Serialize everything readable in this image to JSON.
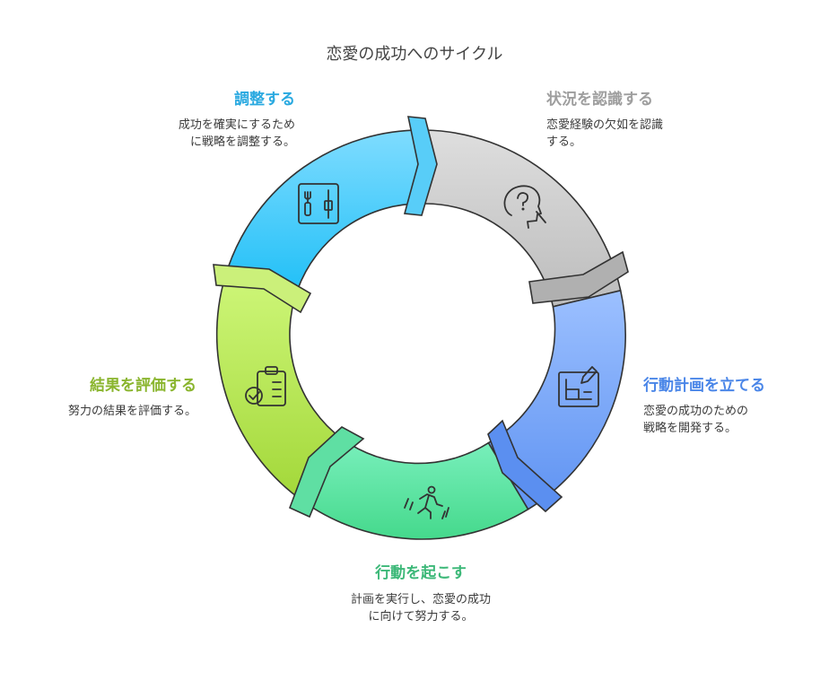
{
  "title": "恋愛の成功へのサイクル",
  "stages": [
    {
      "id": "assess",
      "label": "状況を認識する",
      "desc_lines": [
        "恋愛経験の欠如を認識",
        "する。"
      ],
      "color": "#9e9e9e",
      "icon": "head-question-icon"
    },
    {
      "id": "plan",
      "label": "行動計画を立てる",
      "desc_lines": [
        "恋愛の成功のための",
        "戦略を開発する。"
      ],
      "color": "#4a86e8",
      "icon": "blueprint-pencil-icon"
    },
    {
      "id": "act",
      "label": "行動を起こす",
      "desc_lines": [
        "計画を実行し、恋愛の成功",
        "に向けて努力する。"
      ],
      "color": "#3cb878",
      "icon": "running-person-icon"
    },
    {
      "id": "evaluate",
      "label": "結果を評価する",
      "desc_lines": [
        "努力の結果を評価する。"
      ],
      "color": "#8ab52e",
      "icon": "clipboard-check-icon"
    },
    {
      "id": "adjust",
      "label": "調整する",
      "desc_lines": [
        "成功を確実にするため",
        "に戦略を調整する。"
      ],
      "color": "#29a9e0",
      "icon": "tools-icon"
    }
  ]
}
